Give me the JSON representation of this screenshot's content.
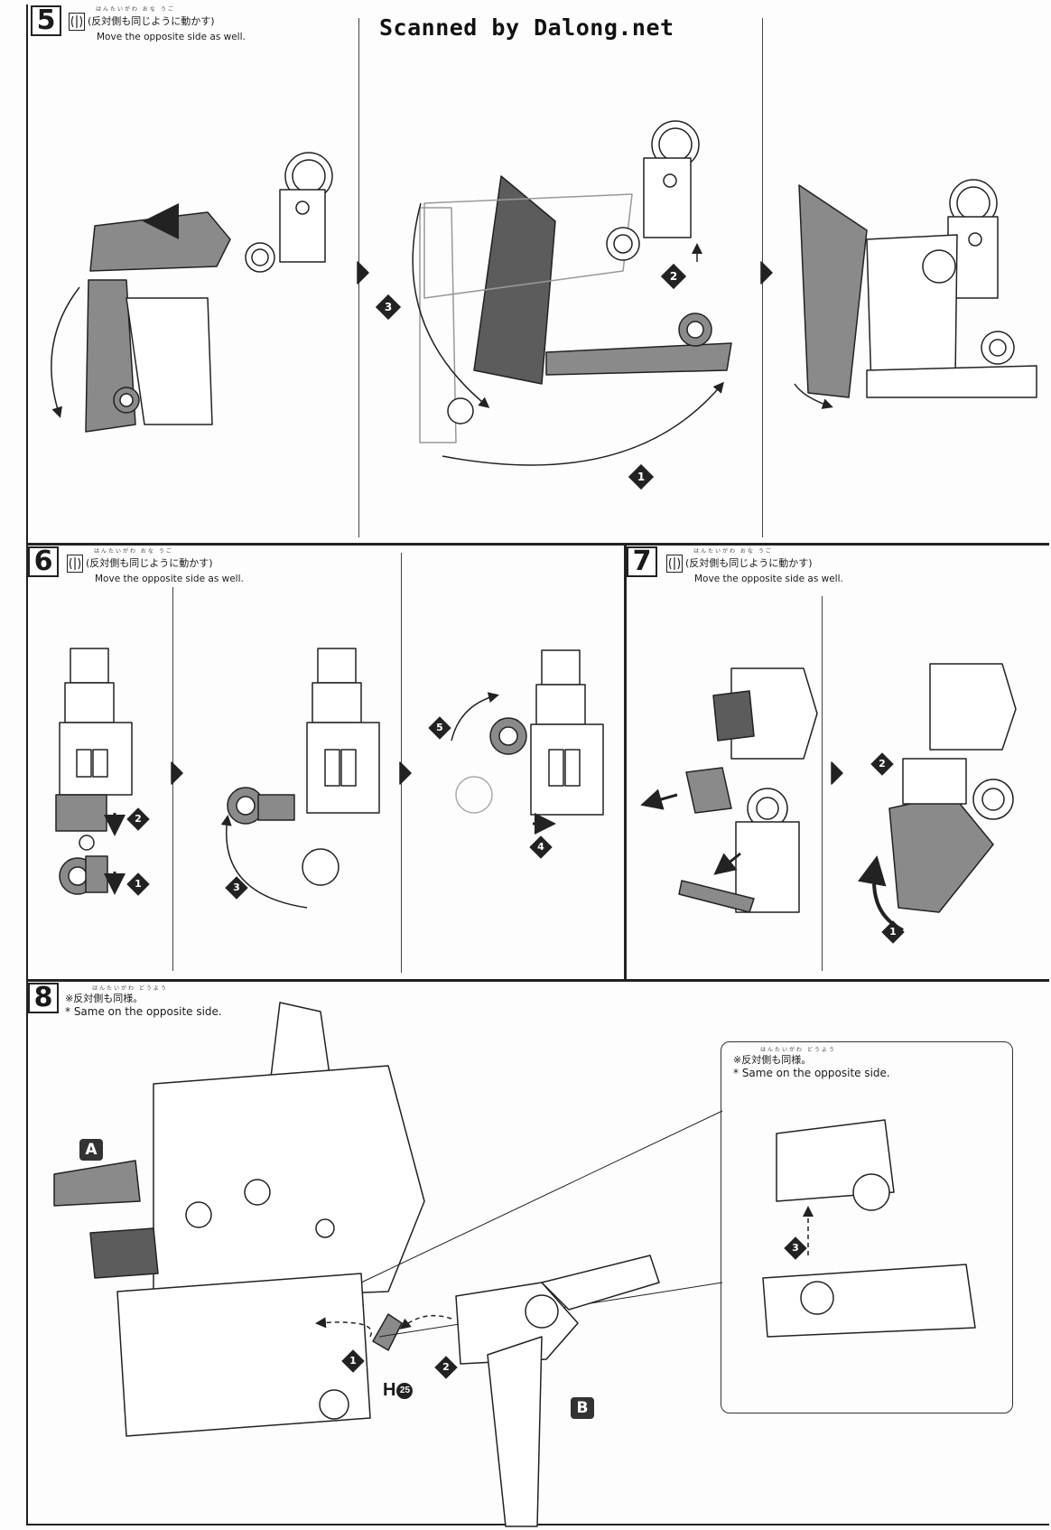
{
  "watermark": "Scanned by Dalong.net",
  "steps": [
    {
      "number": "5",
      "note_ruby": "はんたいがわ おな うご",
      "note_jp": "(反対側も同じように動かす)",
      "note_en": "Move the opposite side as well."
    },
    {
      "number": "6",
      "note_ruby": "はんたいがわ おな うご",
      "note_jp": "(反対側も同じように動かす)",
      "note_en": "Move the opposite side as well."
    },
    {
      "number": "7",
      "note_ruby": "はんたいがわ おな うご",
      "note_jp": "(反対側も同じように動かす)",
      "note_en": "Move the opposite side as well."
    },
    {
      "number": "8",
      "note_ruby": "はんたいがわ どうよう",
      "note_jp": "※反対側も同様。",
      "note_en": "* Same on the opposite side."
    }
  ],
  "callout": {
    "note_ruby": "はんたいがわ どうよう",
    "note_jp": "※反対側も同様。",
    "note_en": "* Same on the opposite side."
  },
  "part_labels": {
    "a": "A",
    "b": "B",
    "part_letter": "H",
    "part_number": "25"
  },
  "markers": {
    "step5": [
      "3",
      "2",
      "1"
    ],
    "step6": [
      "2",
      "1",
      "3",
      "5",
      "4"
    ],
    "step7": [
      "2",
      "1"
    ],
    "step8": [
      "1",
      "2",
      "3"
    ]
  },
  "colors": {
    "line": "#222222",
    "part_gray": "#8a8a8a",
    "part_dark": "#5c5c5c",
    "paper": "#fdfdfd"
  }
}
